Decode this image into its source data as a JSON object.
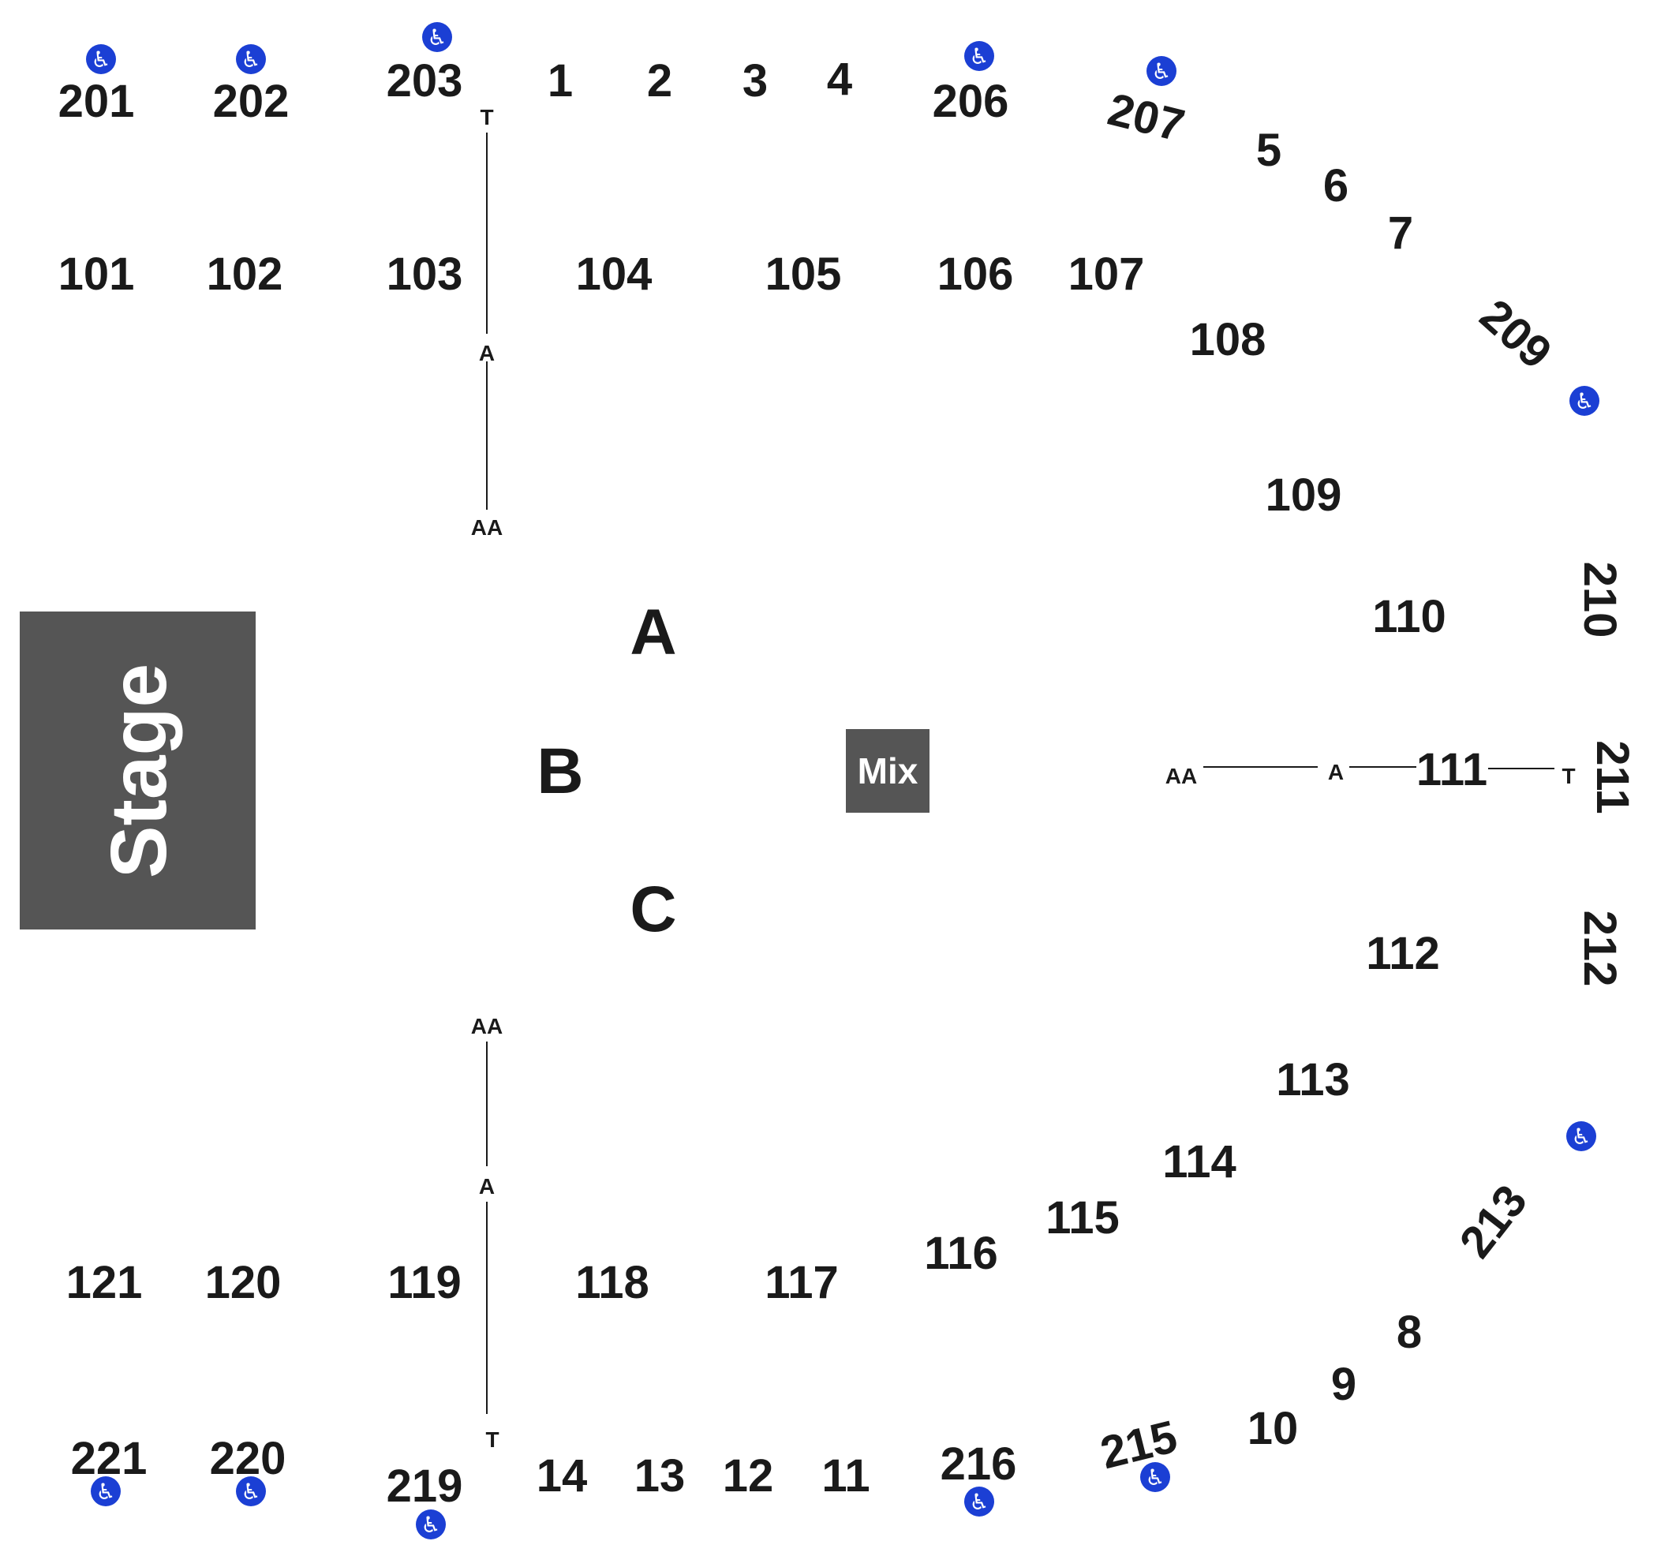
{
  "stage": {
    "label": "Stage",
    "color": "#555555"
  },
  "mix": {
    "label": "Mix",
    "color": "#555555"
  },
  "accessible_icon": {
    "name": "wheelchair-icon",
    "glyph": "♿",
    "color": "#1b3fd4"
  },
  "zones": [
    "A",
    "B",
    "C"
  ],
  "row_markers": [
    "T",
    "A",
    "AA",
    "AA",
    "A",
    "T",
    "AA",
    "A",
    "T"
  ],
  "sections": {
    "upper_left": [
      "201",
      "202",
      "203",
      "1",
      "2",
      "3",
      "4",
      "206",
      "207",
      "5",
      "6",
      "7",
      "209",
      "210",
      "211",
      "212",
      "213",
      "8",
      "9",
      "10",
      "215",
      "216",
      "11",
      "12",
      "13",
      "14",
      "219",
      "220",
      "221"
    ],
    "floor": [
      "101",
      "102",
      "103",
      "104",
      "105",
      "106",
      "107",
      "108",
      "109",
      "110",
      "111",
      "112",
      "113",
      "114",
      "115",
      "116",
      "117",
      "118",
      "119",
      "120",
      "121"
    ]
  }
}
